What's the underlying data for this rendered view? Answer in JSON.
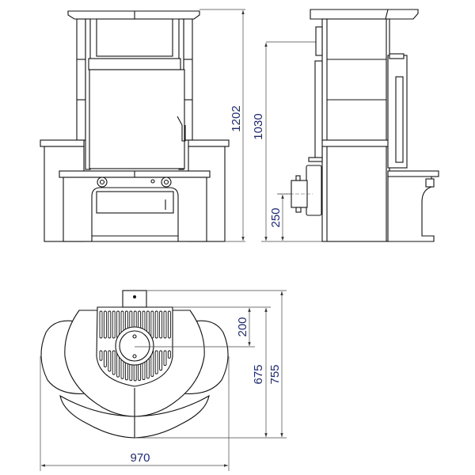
{
  "title": "Stove dimension drawing",
  "views": [
    "front",
    "side",
    "top"
  ],
  "dimensions": {
    "front_total_height": "1202",
    "flue_height": "1030",
    "side_inlet_height": "250",
    "top_flue_offset": "200",
    "top_depth_body": "675",
    "top_depth_total": "755",
    "top_width": "970"
  },
  "colors": {
    "line": "#111111",
    "dimension_text": "#1e2a6e"
  }
}
